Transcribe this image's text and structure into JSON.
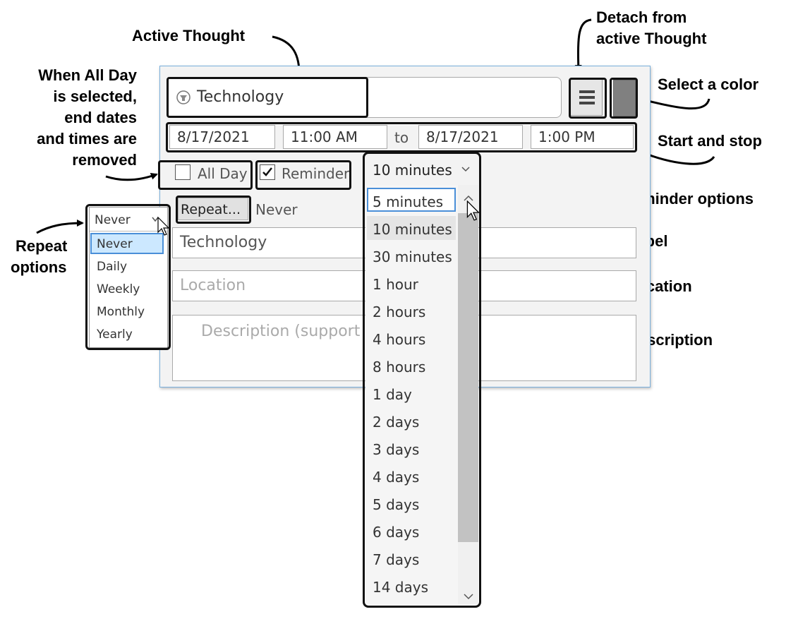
{
  "annotations": {
    "active_thought": "Active Thought",
    "detach_line1": "Detach from",
    "detach_line2": "active Thought",
    "select_color": "Select a color",
    "start_stop": "Start and stop",
    "reminder_options": "Reminder options",
    "label": "Label",
    "location": "Location",
    "description": "Description",
    "repeat_line1": "Repeat",
    "repeat_line2": "options",
    "allday_lines": [
      "When All Day",
      "is selected,",
      "end dates",
      "and times are",
      "removed"
    ]
  },
  "form": {
    "thought_name": "Technology",
    "start_date": "8/17/2021",
    "start_time": "11:00 AM",
    "to_label": "to",
    "end_date": "8/17/2021",
    "end_time": "1:00 PM",
    "all_day_label": "All Day",
    "all_day_checked": false,
    "reminder_label": "Reminder",
    "reminder_checked": true,
    "reminder_value": "10 minutes",
    "repeat_button": "Repeat...",
    "repeat_value": "Never",
    "label_value": "Technology",
    "location_placeholder": "Location",
    "description_placeholder": "Description (support"
  },
  "reminder_dropdown": {
    "items": [
      "5 minutes",
      "10 minutes",
      "30 minutes",
      "1 hour",
      "2 hours",
      "4 hours",
      "8 hours",
      "1 day",
      "2 days",
      "3 days",
      "4 days",
      "5 days",
      "6 days",
      "7 days",
      "14 days"
    ],
    "focused_item": "5 minutes",
    "hovered_item": "10 minutes"
  },
  "repeat_dropdown": {
    "selected": "Never",
    "items": [
      "Never",
      "Daily",
      "Weekly",
      "Monthly",
      "Yearly"
    ]
  },
  "colors": {
    "accent_border": "#7ab0dc",
    "selected_highlight": "#cce8ff",
    "swatch": "#808080"
  }
}
